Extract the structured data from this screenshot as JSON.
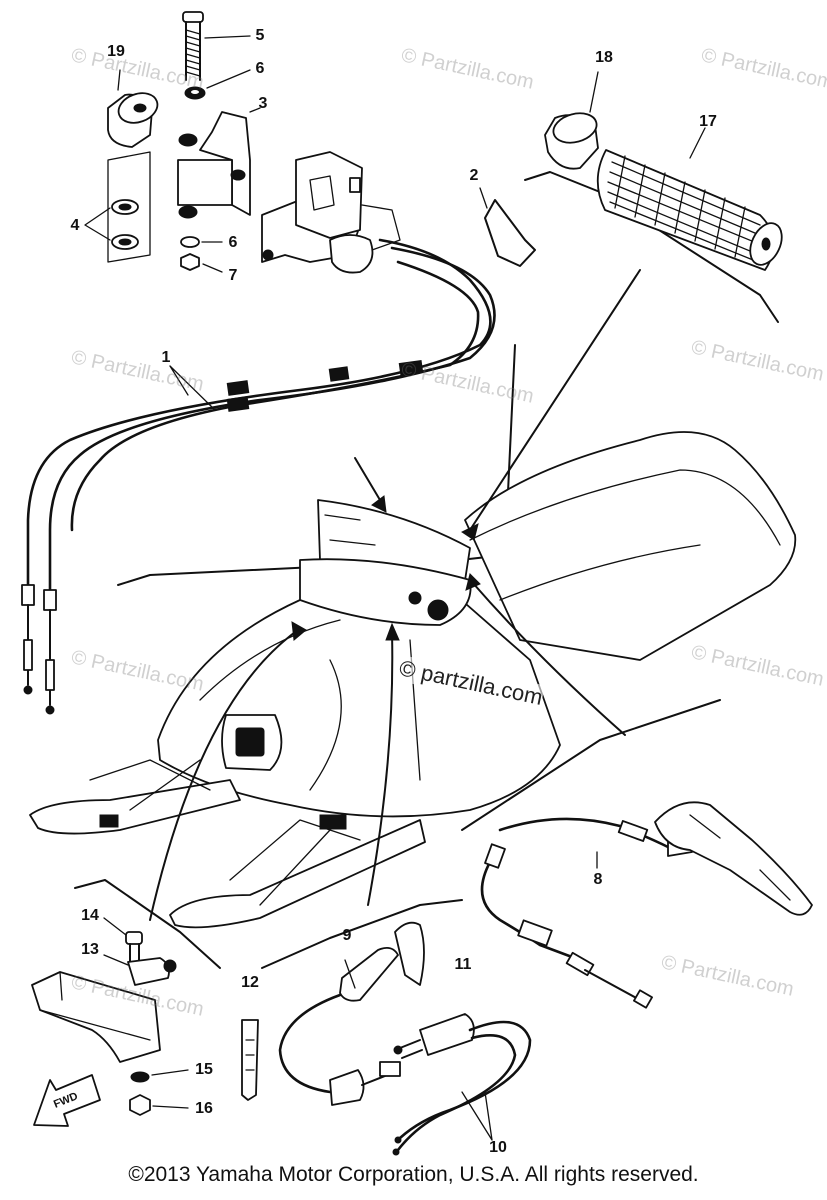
{
  "diagram": {
    "callouts": [
      "5",
      "6",
      "19",
      "3",
      "4",
      "6",
      "7",
      "2",
      "18",
      "17",
      "1",
      "8",
      "14",
      "13",
      "9",
      "11",
      "12",
      "15",
      "16",
      "10"
    ],
    "fwd_label": "FWD",
    "watermarks": [
      "© Partzilla.com",
      "© Partzilla.com",
      "© Partzilla.com",
      "© Partzilla.com",
      "© Partzilla.com",
      "© Partzilla.com",
      "© Partzilla.com",
      "© Partzilla.com",
      "© Partzilla.com",
      "© Partzilla.com"
    ],
    "center_watermark": "© partzilla.com",
    "copyright": "©2013 Yamaha Motor Corporation, U.S.A. All rights reserved."
  }
}
